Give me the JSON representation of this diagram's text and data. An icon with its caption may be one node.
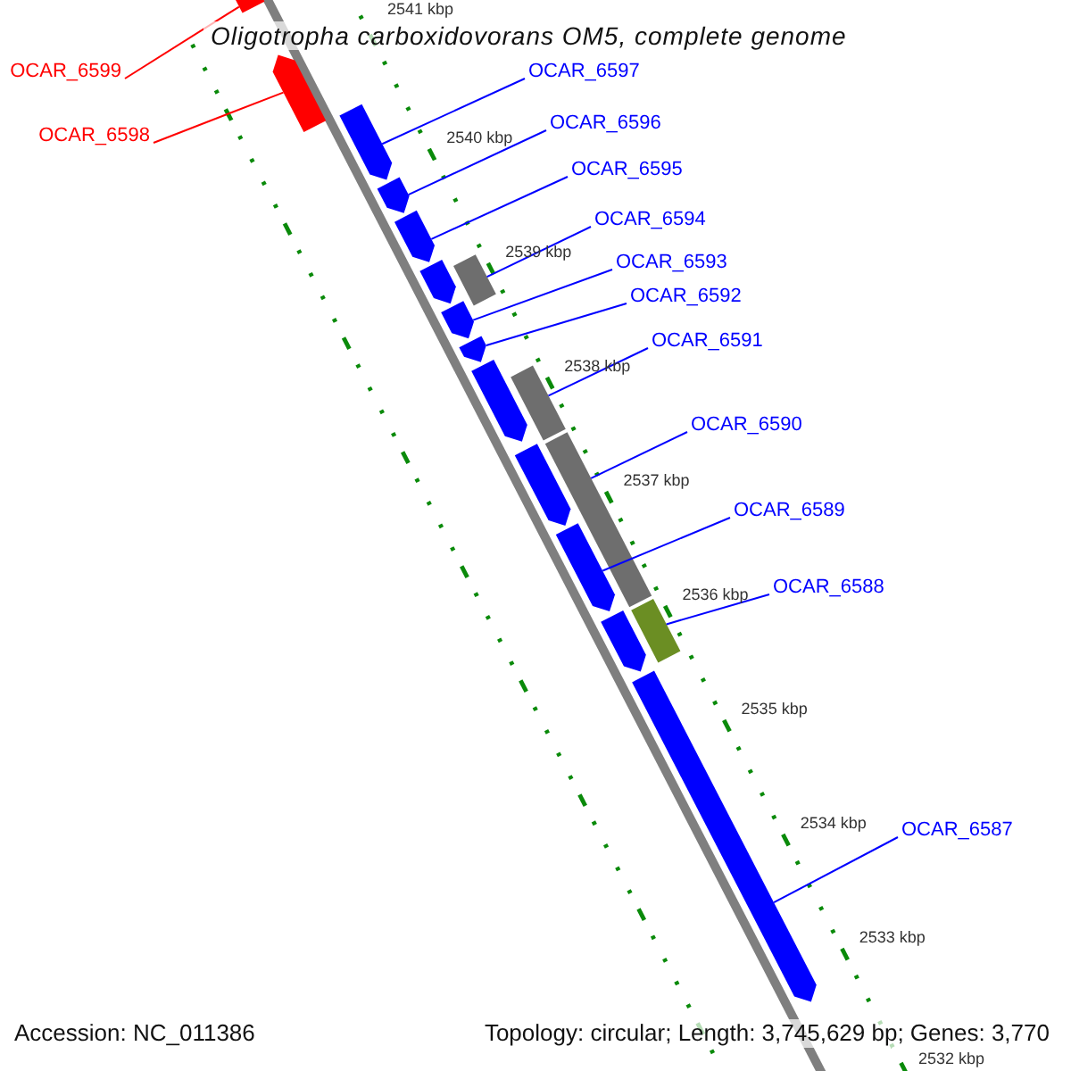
{
  "diagram": {
    "title": "Oligotropha carboxidovorans OM5, complete genome",
    "nodes": [
      {
        "text": [
          "OCAR_6599"
        ]
      },
      {
        "text": [
          "OCAR_6598"
        ]
      },
      {
        "text": [
          "OCAR_6597"
        ]
      },
      {
        "text": [
          "OCAR_6596"
        ]
      },
      {
        "text": [
          "OCAR_6595"
        ]
      },
      {
        "text": [
          "OCAR_6594"
        ]
      },
      {
        "text": [
          "OCAR_6593"
        ]
      },
      {
        "text": [
          "OCAR_6592"
        ]
      },
      {
        "text": [
          "OCAR_6591"
        ]
      },
      {
        "text": [
          "OCAR_6590"
        ]
      },
      {
        "text": [
          "OCAR_6589"
        ]
      },
      {
        "text": [
          "OCAR_6588"
        ]
      },
      {
        "text": [
          "OCAR_6587"
        ]
      },
      {
        "text": [],
        "shape": "pentagon"
      },
      {
        "text": [],
        "shape": "pentagon"
      },
      {
        "text": [],
        "shape": "pentagon"
      },
      {
        "text": [],
        "shape": "pentagon"
      },
      {
        "text": [],
        "shape": "pentagon"
      },
      {
        "text": [],
        "shape": "pentagon"
      },
      {
        "text": [],
        "shape": "pentagon"
      },
      {
        "text": [],
        "shape": "pentagon"
      },
      {
        "text": [],
        "shape": "pentagon"
      },
      {
        "text": [],
        "shape": "pentagon"
      },
      {
        "text": [],
        "shape": "pentagon"
      },
      {
        "text": [],
        "shape": "pentagon"
      },
      {
        "text": [],
        "shape": "pentagon"
      },
      {
        "text": [],
        "shape": "bar"
      },
      {
        "text": [],
        "shape": "bar"
      },
      {
        "text": [],
        "shape": "bar"
      },
      {
        "text": [],
        "shape": "bar"
      }
    ],
    "edges": [
      {
        "from": 0,
        "to": 13,
        "arrow": "none",
        "color": "#ff0000"
      },
      {
        "from": 1,
        "to": 14,
        "arrow": "none",
        "color": "#ff0000"
      },
      {
        "from": 2,
        "to": 15,
        "arrow": "none"
      },
      {
        "from": 3,
        "to": 16,
        "arrow": "none"
      },
      {
        "from": 4,
        "to": 17,
        "arrow": "none"
      },
      {
        "from": 5,
        "to": 26,
        "arrow": "none"
      },
      {
        "from": 6,
        "to": 19,
        "arrow": "none"
      },
      {
        "from": 7,
        "to": 20,
        "arrow": "none"
      },
      {
        "from": 8,
        "to": 27,
        "arrow": "none"
      },
      {
        "from": 9,
        "to": 28,
        "arrow": "none"
      },
      {
        "from": 10,
        "to": 23,
        "arrow": "none"
      },
      {
        "from": 11,
        "to": 29,
        "arrow": "none"
      },
      {
        "from": 12,
        "to": 25,
        "arrow": "none"
      }
    ],
    "labels": [
      "2541 kbp",
      "2540 kbp",
      "2539 kbp",
      "2538 kbp",
      "2537 kbp",
      "2536 kbp",
      "2535 kbp",
      "2534 kbp",
      "2533 kbp",
      "2532 kbp",
      "Accession: NC_011386",
      "Topology: circular; Length: 3,745,629 bp; Genes: 3,770"
    ]
  }
}
